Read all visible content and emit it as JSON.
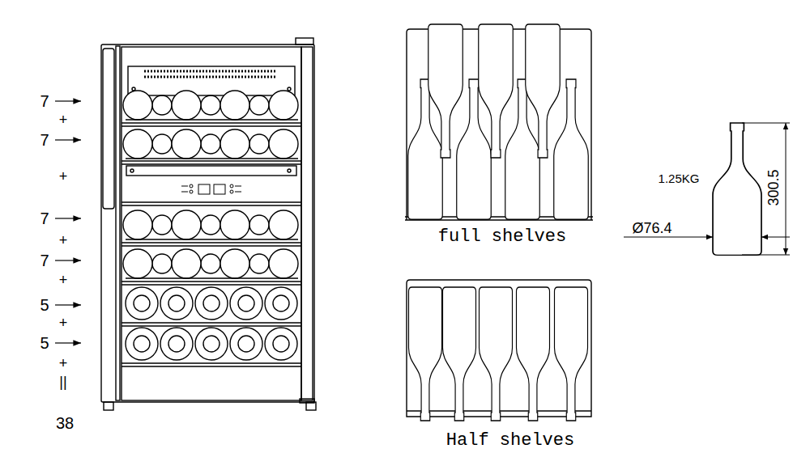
{
  "diagram": {
    "labels": [
      "7",
      "+",
      "7",
      "+",
      "7",
      "+",
      "7",
      "+",
      "5",
      "+",
      "5",
      "+",
      "||",
      "38",
      "full shelves",
      "Half shelves",
      "1.25KG",
      "300.5",
      "Ø76.4"
    ]
  }
}
